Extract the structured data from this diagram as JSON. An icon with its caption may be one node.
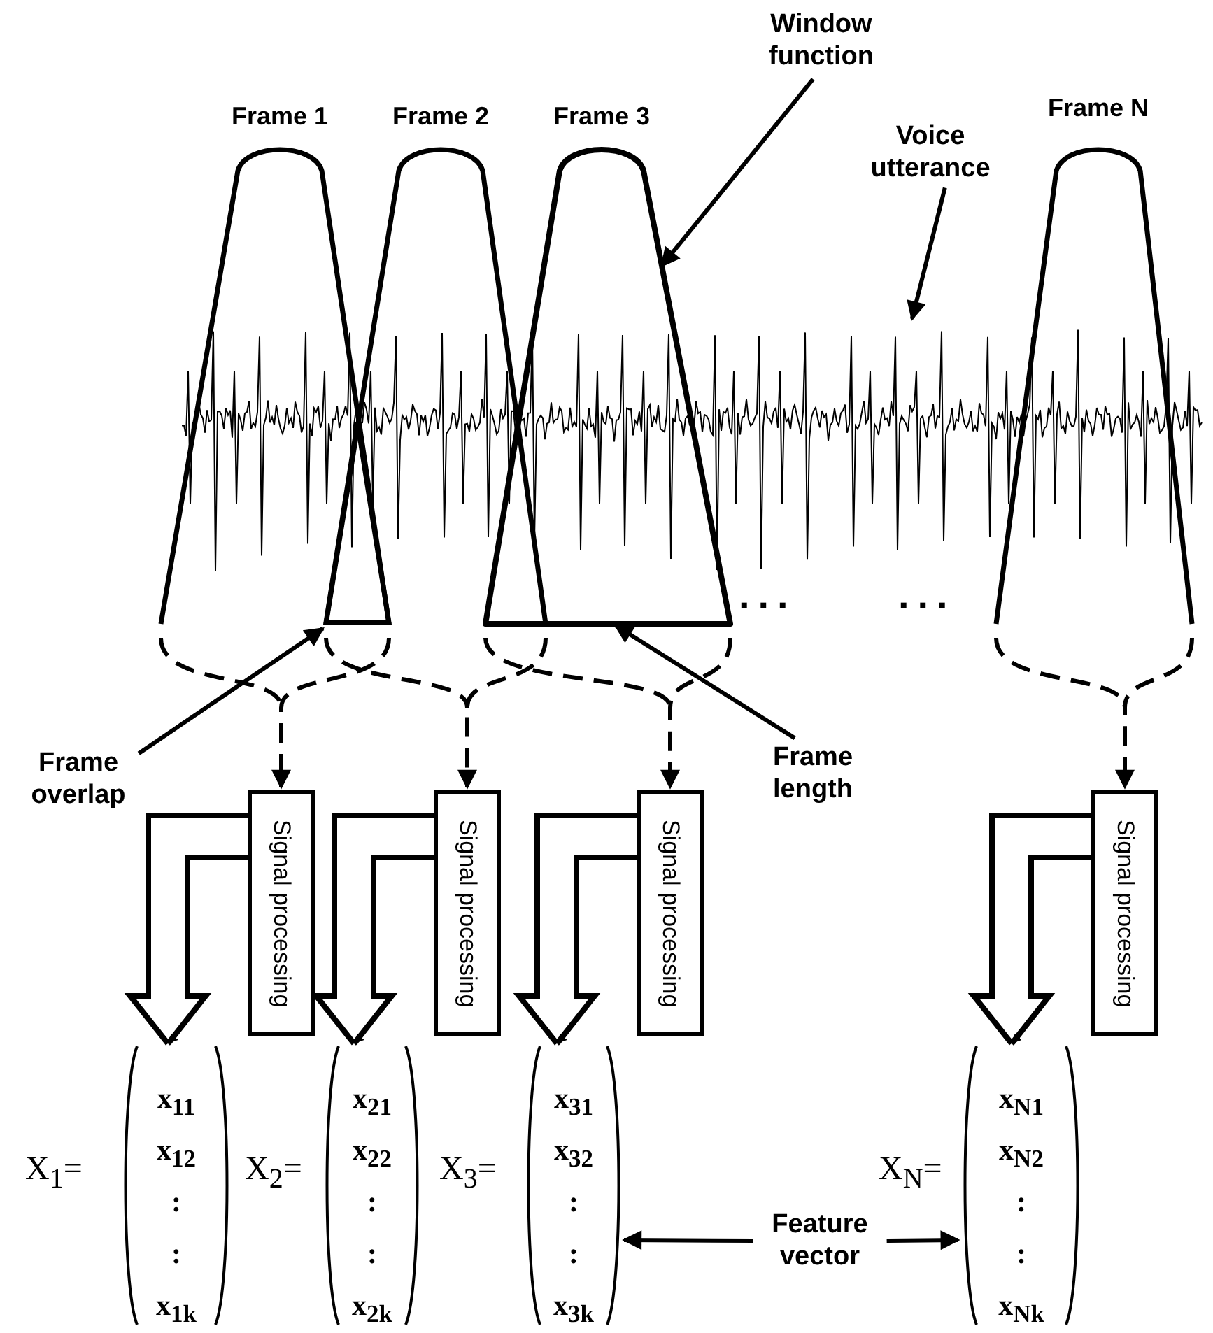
{
  "diagram": {
    "nodes": [
      {
        "text": [
          "Window function"
        ]
      },
      {
        "text": [
          "Frame 1"
        ]
      },
      {
        "text": [
          "Frame 2"
        ]
      },
      {
        "text": [
          "Frame 3"
        ]
      },
      {
        "text": [
          "Frame N"
        ]
      },
      {
        "text": [
          "Voice utterance"
        ]
      },
      {
        "text": [],
        "shape": "picture"
      },
      {
        "text": [],
        "shape": "triangle"
      },
      {
        "text": [
          "Frame overlap"
        ]
      },
      {
        "text": [
          "Frame length"
        ]
      },
      {
        "text": [
          "Signal processing"
        ]
      },
      {
        "text": [
          "Signal processing"
        ]
      },
      {
        "text": [
          "Signal processing"
        ]
      },
      {
        "text": [
          "Signal processing"
        ]
      },
      {
        "text": [
          "X$_{1}$=",
          "x$_{11}$",
          "x$_{12}$",
          ":",
          ":",
          "x$_{1k}$"
        ]
      },
      {
        "text": [
          "X$_{2}$=",
          "x$_{21}$",
          "x$_{22}$",
          ":",
          ":",
          "x$_{2k}$"
        ]
      },
      {
        "text": [
          "X$_{3}$=",
          "x$_{31}$",
          "x$_{32}$",
          ":",
          ":",
          "x$_{3k}$"
        ]
      },
      {
        "text": [
          "X$_{N}$=",
          "x$_{N1}$",
          "x$_{N2}$",
          ":",
          ":",
          "x$_{Nk}$"
        ]
      },
      {
        "text": [
          "Feature vector"
        ]
      }
    ],
    "edges": [
      {
        "from": 0,
        "to": 3,
        "arrow": "to"
      },
      {
        "from": 5,
        "to": 6,
        "arrow": "to"
      },
      {
        "from": 8,
        "to": 7,
        "arrow": "to"
      },
      {
        "from": 9,
        "to": 3,
        "arrow": "to"
      },
      {
        "from": 1,
        "to": 10,
        "arrow": "to",
        "style": "dashed"
      },
      {
        "from": 2,
        "to": 11,
        "arrow": "to",
        "style": "dashed"
      },
      {
        "from": 3,
        "to": 12,
        "arrow": "to",
        "style": "dashed"
      },
      {
        "from": 4,
        "to": 13,
        "arrow": "to",
        "style": "dashed"
      },
      {
        "from": 10,
        "to": 14,
        "arrow": "to"
      },
      {
        "from": 11,
        "to": 15,
        "arrow": "to"
      },
      {
        "from": 12,
        "to": 16,
        "arrow": "to"
      },
      {
        "from": 13,
        "to": 17,
        "arrow": "to"
      },
      {
        "from": 18,
        "to": 16,
        "arrow": "to"
      },
      {
        "from": 18,
        "to": 17,
        "arrow": "to"
      }
    ],
    "labels": [
      "...",
      "..."
    ]
  }
}
